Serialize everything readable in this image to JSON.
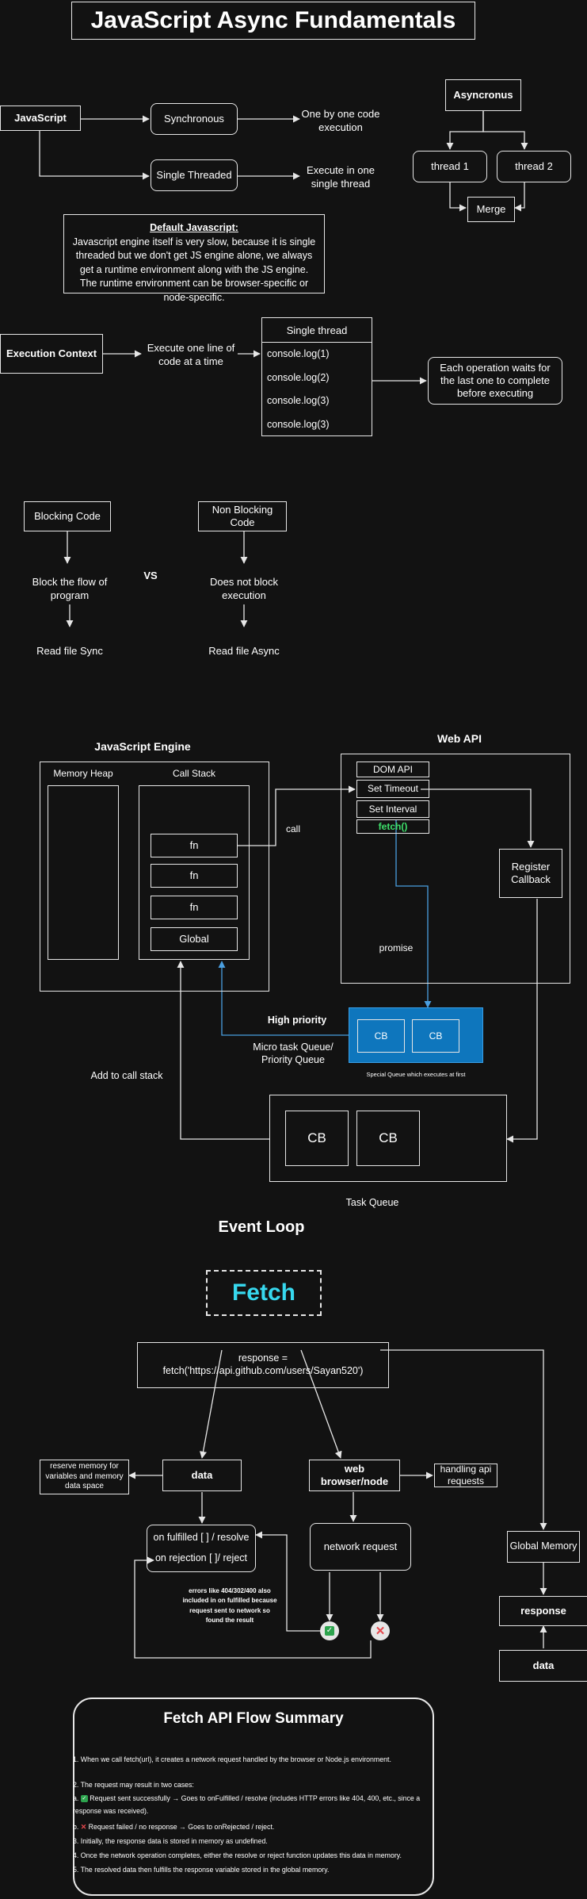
{
  "title": "JavaScript Async Fundamentals",
  "section1": {
    "javascript": "JavaScript",
    "synchronous": "Synchronous",
    "single_threaded": "Single Threaded",
    "one_by_one": "One by one code execution",
    "execute_one_thread": "Execute in one single thread",
    "asyncronus": "Asyncronus",
    "thread1": "thread 1",
    "thread2": "thread 2",
    "merge": "Merge"
  },
  "note": {
    "heading": "Default Javascript:",
    "body": "Javascript engine itself is very slow, because it is single threaded but we don't get JS engine alone, we always get a runtime environment along with the JS engine. The runtime environment can be browser-specific or node-specific."
  },
  "execution": {
    "context": "Execution Context",
    "execute_line": "Execute one line of code at a time",
    "single_thread": "Single thread",
    "logs": [
      "console.log(1)",
      "console.log(2)",
      "console.log(3)",
      "console.log(3)"
    ],
    "waits": "Each operation waits for the last one to complete before executing"
  },
  "blocking": {
    "blocking_code": "Blocking Code",
    "non_blocking_code": "Non Blocking Code",
    "block_flow": "Block the flow of program",
    "not_block": "Does not block execution",
    "vs": "VS",
    "read_sync": "Read file Sync",
    "read_async": "Read file Async"
  },
  "event_loop": {
    "js_engine": "JavaScript Engine",
    "web_api": "Web API",
    "memory_heap": "Memory Heap",
    "call_stack": "Call Stack",
    "stack_items": [
      "fn",
      "fn",
      "fn",
      "Global"
    ],
    "call": "call",
    "dom_api": "DOM API",
    "set_timeout": "Set Timeout",
    "set_interval": "Set Interval",
    "fetch": "fetch()",
    "register_callback": "Register Callback",
    "promise": "promise",
    "high_priority": "High priority",
    "micro_queue": "Micro task Queue/ Priority Queue",
    "cb": "CB",
    "special_queue": "Special Queue which executes at first",
    "add_to_stack": "Add to call stack",
    "task_queue": "Task Queue",
    "heading": "Event Loop"
  },
  "fetch_section": {
    "logo": "Fetch",
    "response_line": "response = fetch('https://api.github.com/users/Sayan520')",
    "reserve_memory": "reserve memory for variables and memory data space",
    "data": "data",
    "web_browser_node": "web browser/node",
    "handling_api": "handling api requests",
    "on_fulfilled": "on fulfilled [ ] / resolve",
    "on_rejection": "on rejection [ ]/ reject",
    "network_request": "network request",
    "global_memory": "Global Memory",
    "response": "response",
    "data2": "data",
    "errors_note": "errors like 404/302/400 also included in on fulfilled because request sent to network so found the result"
  },
  "summary": {
    "title": "Fetch API Flow Summary",
    "lines": [
      "1. When we call fetch(url), it creates a network request handled by the browser or Node.js environment.",
      "2. The request may result in two cases:",
      "Request sent successfully → Goes to onFulfilled / resolve (includes HTTP errors like 404, 400, etc., since a response was received).",
      "Request failed / no response → Goes to onRejected / reject.",
      "3. Initially, the response data is stored in memory as undefined.",
      "4. Once the network operation completes, either the resolve or reject function updates this data in memory.",
      "5. The resolved data then fulfills the response variable stored in the global memory."
    ],
    "prefix_a": "a.",
    "prefix_b": "b."
  },
  "colors": {
    "background": "#121212",
    "fetch_highlight": "#37d8ee",
    "fetch_text_green": "#3ee06b",
    "micro_queue_blue": "#0e76bd",
    "promise_line_blue": "#4a9fe0"
  },
  "icons": [
    "check-icon",
    "cross-icon"
  ]
}
